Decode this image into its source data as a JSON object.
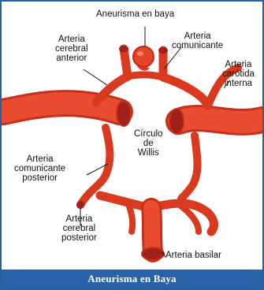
{
  "labels": {
    "aneurysm": "Aneurisma en baya",
    "aca_1": "Arteria",
    "aca_2": "cerebral",
    "aca_3": "anterior",
    "acom_1": "Arteria",
    "acom_2": "comunicante",
    "ica_1": "Arteria",
    "ica_2": "carótida",
    "ica_3": "interna",
    "circle_1": "Círculo",
    "circle_2": "de",
    "circle_3": "Willis",
    "pcom_1": "Arteria",
    "pcom_2": "comunicante",
    "pcom_3": "posterior",
    "pca_1": "Arteria",
    "pca_2": "cerebral",
    "pca_3": "posterior",
    "basilar": "Arteria basilar"
  },
  "caption": "Aneurisma en Baya",
  "colors": {
    "artery": "#e8452b",
    "artery_dark": "#b82a18",
    "lumen": "#a0201a",
    "caption_bg": "#2a62a8",
    "border": "#2a5f9e"
  }
}
